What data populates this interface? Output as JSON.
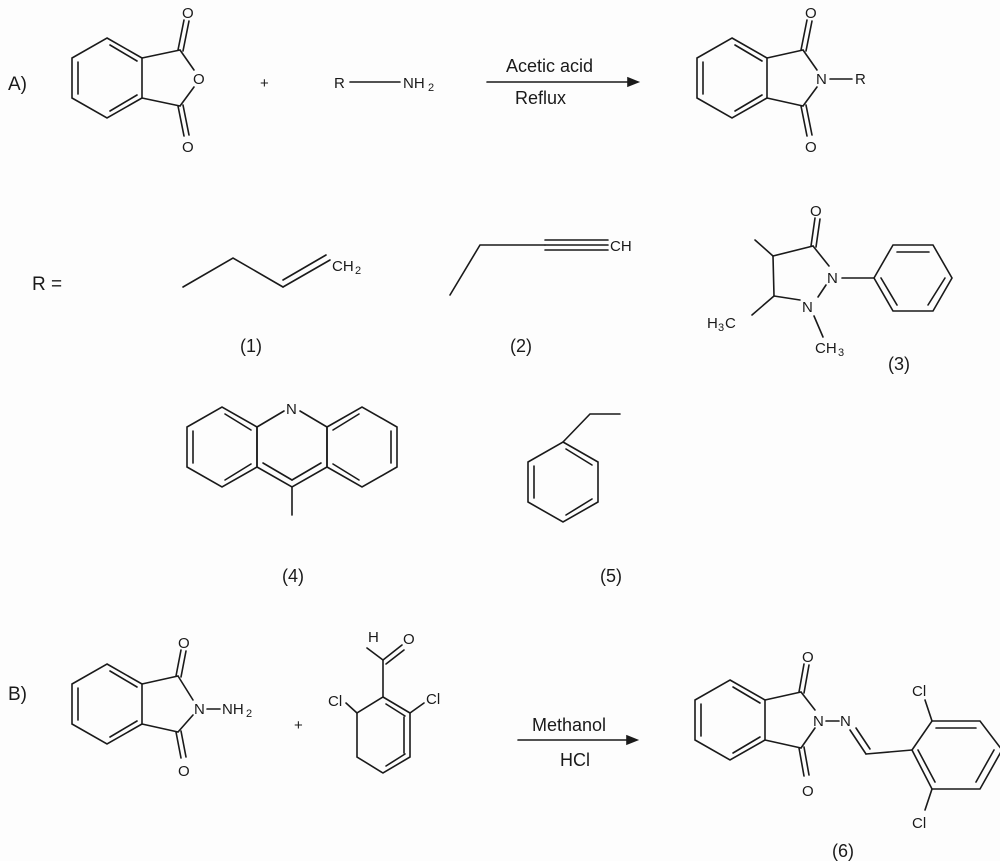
{
  "scheme_a": {
    "label": "A)",
    "plus": "+",
    "anhydride": {
      "O_top": "O",
      "O_ring": "O",
      "O_bottom": "O"
    },
    "amine": {
      "R": "R",
      "NH": "NH",
      "sub2": "2"
    },
    "arrow": {
      "condition_top": "Acetic acid",
      "condition_bottom": "Reflux"
    },
    "product": {
      "O_top": "O",
      "N": "N",
      "R": "R",
      "O_bottom": "O"
    },
    "r_equals": "R =",
    "substituents": [
      {
        "id": "(1)",
        "end_group": "CH",
        "sub": "2"
      },
      {
        "id": "(2)",
        "end_group": "CH"
      },
      {
        "id": "(3)",
        "O": "O",
        "N2": "N",
        "N1": "N",
        "methyl_left": "H",
        "methyl_left_sub": "3",
        "methyl_left_c": "C",
        "methyl_right": "CH",
        "methyl_right_sub": "3"
      },
      {
        "id": "(4)",
        "N": "N"
      },
      {
        "id": "(5)"
      }
    ]
  },
  "scheme_b": {
    "label": "B)",
    "plus": "+",
    "amino_phthalimide": {
      "O_top": "O",
      "N": "N",
      "NH": "NH",
      "sub2": "2",
      "O_bottom": "O"
    },
    "aldehyde": {
      "H": "H",
      "O": "O",
      "Cl_left": "Cl",
      "Cl_right": "Cl"
    },
    "arrow": {
      "condition_top": "Methanol",
      "condition_bottom": "HCl"
    },
    "product": {
      "id": "(6)",
      "O_top": "O",
      "N1": "N",
      "N2": "N",
      "O_bottom": "O",
      "Cl_top": "Cl",
      "Cl_bottom": "Cl"
    }
  }
}
